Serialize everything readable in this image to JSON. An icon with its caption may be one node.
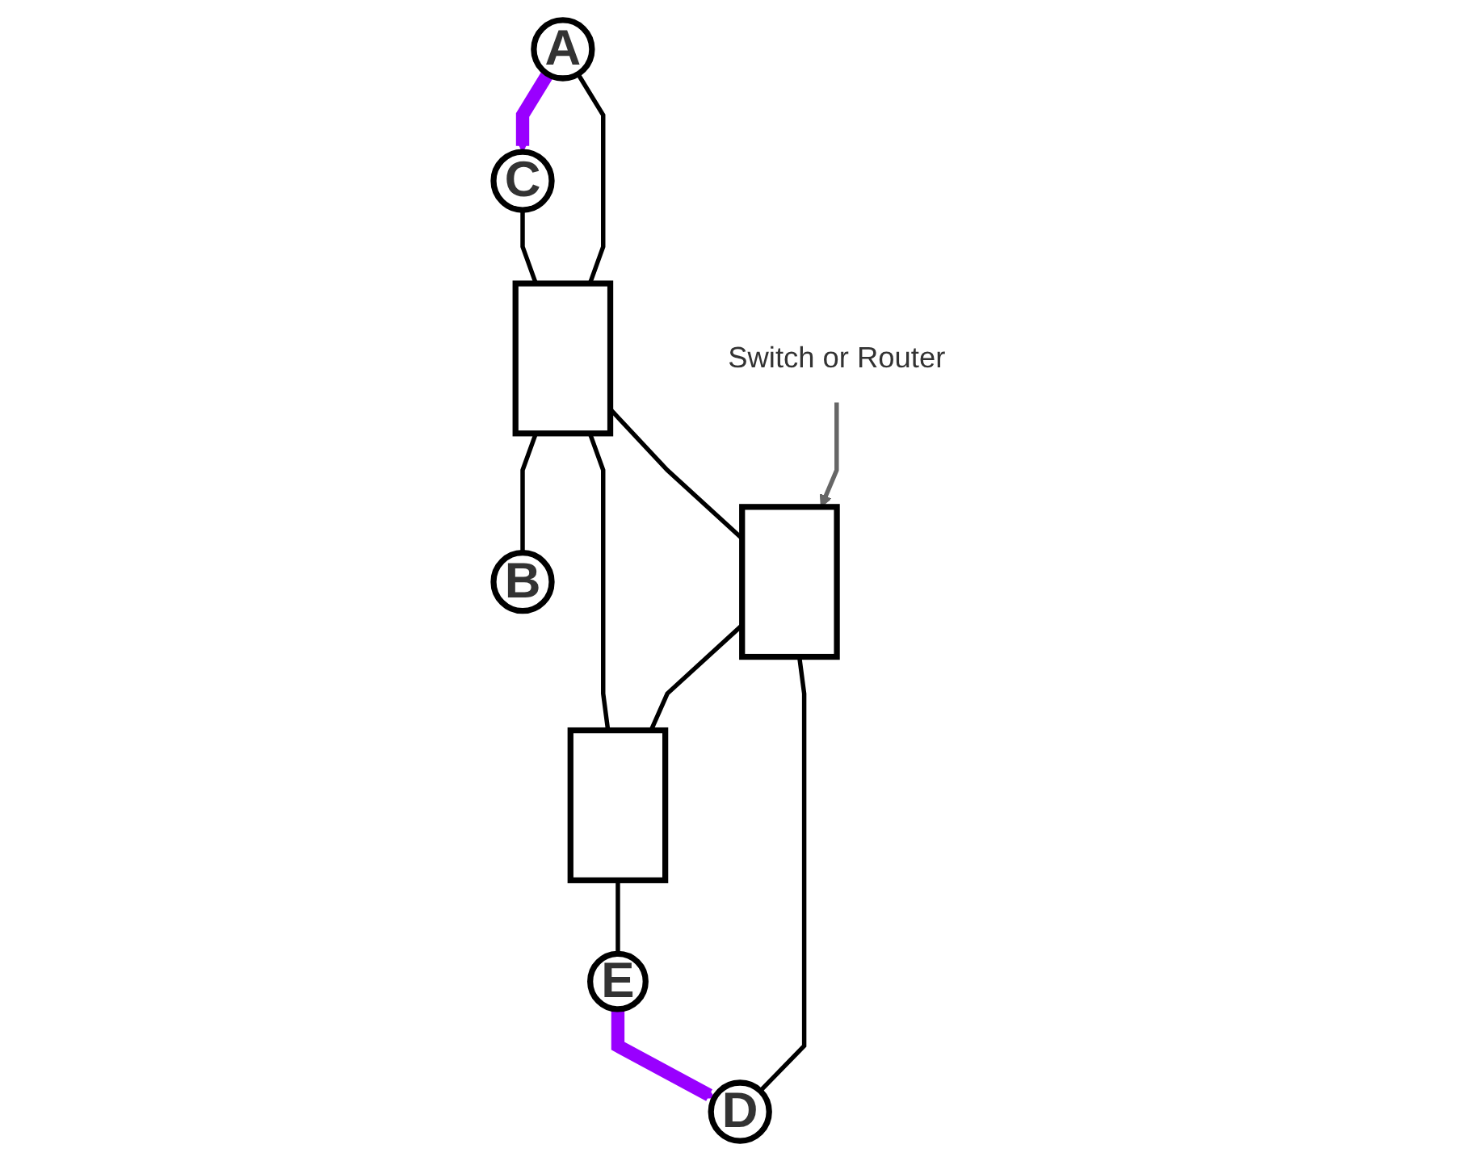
{
  "diagram": {
    "nodes": [
      {
        "text": [
          "C"
        ]
      },
      {
        "text": [
          "A"
        ]
      },
      {
        "text": [],
        "shape": "box"
      },
      {
        "text": [
          "B"
        ]
      },
      {
        "text": [
          "D"
        ]
      },
      {
        "text": [],
        "shape": "box"
      },
      {
        "text": [],
        "shape": "box"
      },
      {
        "text": [
          "E"
        ]
      },
      {
        "text": [
          "Switch or Router"
        ]
      }
    ],
    "edges": [
      {
        "from": 0,
        "to": 2,
        "arrow": "none"
      },
      {
        "from": 1,
        "to": 2,
        "arrow": "none"
      },
      {
        "from": 2,
        "to": 3,
        "arrow": "none"
      },
      {
        "from": 2,
        "to": 5,
        "arrow": "none"
      },
      {
        "from": 2,
        "to": 6,
        "arrow": "none"
      },
      {
        "from": 4,
        "to": 5,
        "arrow": "none"
      },
      {
        "from": 5,
        "to": 6,
        "arrow": "none"
      },
      {
        "from": 6,
        "to": 7,
        "arrow": "none"
      },
      {
        "from": 8,
        "to": 5,
        "arrow": "to",
        "color": "#666666"
      },
      {
        "from": 1,
        "to": 0,
        "arrow": "to",
        "style": "thick",
        "color": "#9900ff"
      },
      {
        "from": 7,
        "to": 4,
        "arrow": "to",
        "style": "thick",
        "color": "#9900ff"
      }
    ]
  }
}
